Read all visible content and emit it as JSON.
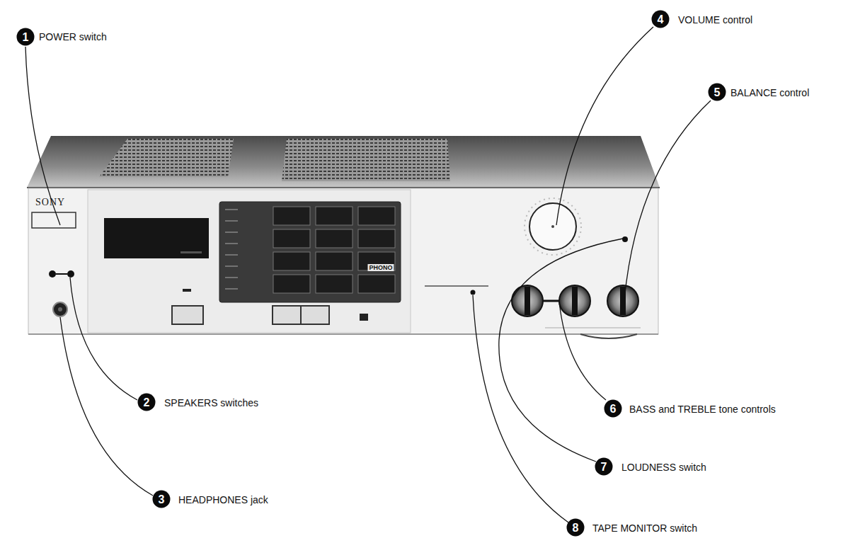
{
  "diagram": {
    "labels": [
      "1",
      "POWER switch",
      "4",
      "VOLUME control",
      "5",
      "BALANCE control",
      "SONY",
      "PHONO",
      "2",
      "SPEAKERS switches",
      "6",
      "BASS and TREBLE tone controls",
      "7",
      "LOUDNESS switch",
      "3",
      "HEADPHONES jack",
      "8",
      "TAPE MONITOR switch"
    ]
  }
}
